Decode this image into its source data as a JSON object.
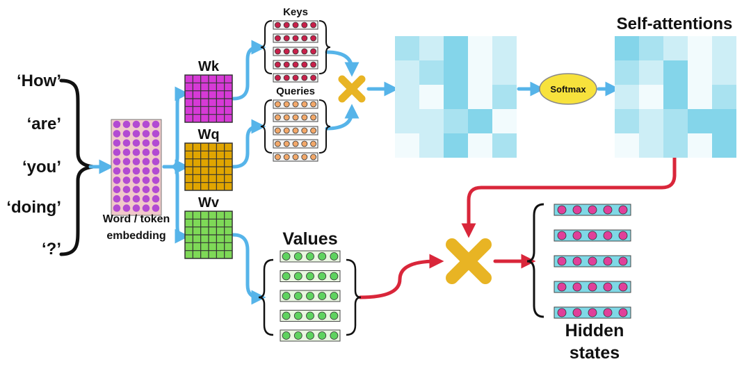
{
  "input_words": [
    "‘How’",
    "‘are’",
    "‘you’",
    "‘doing’",
    "‘?’"
  ],
  "labels": {
    "embedding_line1": "Word / token",
    "embedding_line2": "embedding",
    "wk": "Wk",
    "wq": "Wq",
    "wv": "Wv",
    "keys": "Keys",
    "queries": "Queries",
    "values": "Values",
    "softmax": "Softmax",
    "self_attentions": "Self-attentions",
    "hidden_line1": "Hidden",
    "hidden_line2": "states"
  },
  "colors": {
    "arrow_blue": "#56b4e9",
    "arrow_red": "#d9263a",
    "embedding_fill": "#b24ad3",
    "embedding_bg": "#f0c9c9",
    "wk_fill": "#d63ad6",
    "wq_fill": "#e0a500",
    "wv_fill": "#7ed957",
    "keys_dot": "#c8204a",
    "queries_dot": "#f2a86a",
    "values_dot": "#5fd35f",
    "hidden_dot": "#e0409a",
    "hidden_bar": "#7fd8e6",
    "cross": "#e8b424",
    "softmax_fill": "#f7e23c"
  },
  "attention_matrix_shades": [
    [
      2,
      1,
      3,
      0,
      1
    ],
    [
      1,
      2,
      3,
      0,
      1
    ],
    [
      1,
      0,
      3,
      0,
      2
    ],
    [
      1,
      1,
      2,
      3,
      0
    ],
    [
      0,
      1,
      3,
      0,
      2
    ]
  ],
  "self_attention_shades": [
    [
      3,
      2,
      1,
      0,
      1
    ],
    [
      2,
      1,
      3,
      0,
      1
    ],
    [
      1,
      0,
      3,
      0,
      2
    ],
    [
      2,
      1,
      2,
      3,
      3
    ],
    [
      0,
      1,
      2,
      0,
      3
    ]
  ]
}
